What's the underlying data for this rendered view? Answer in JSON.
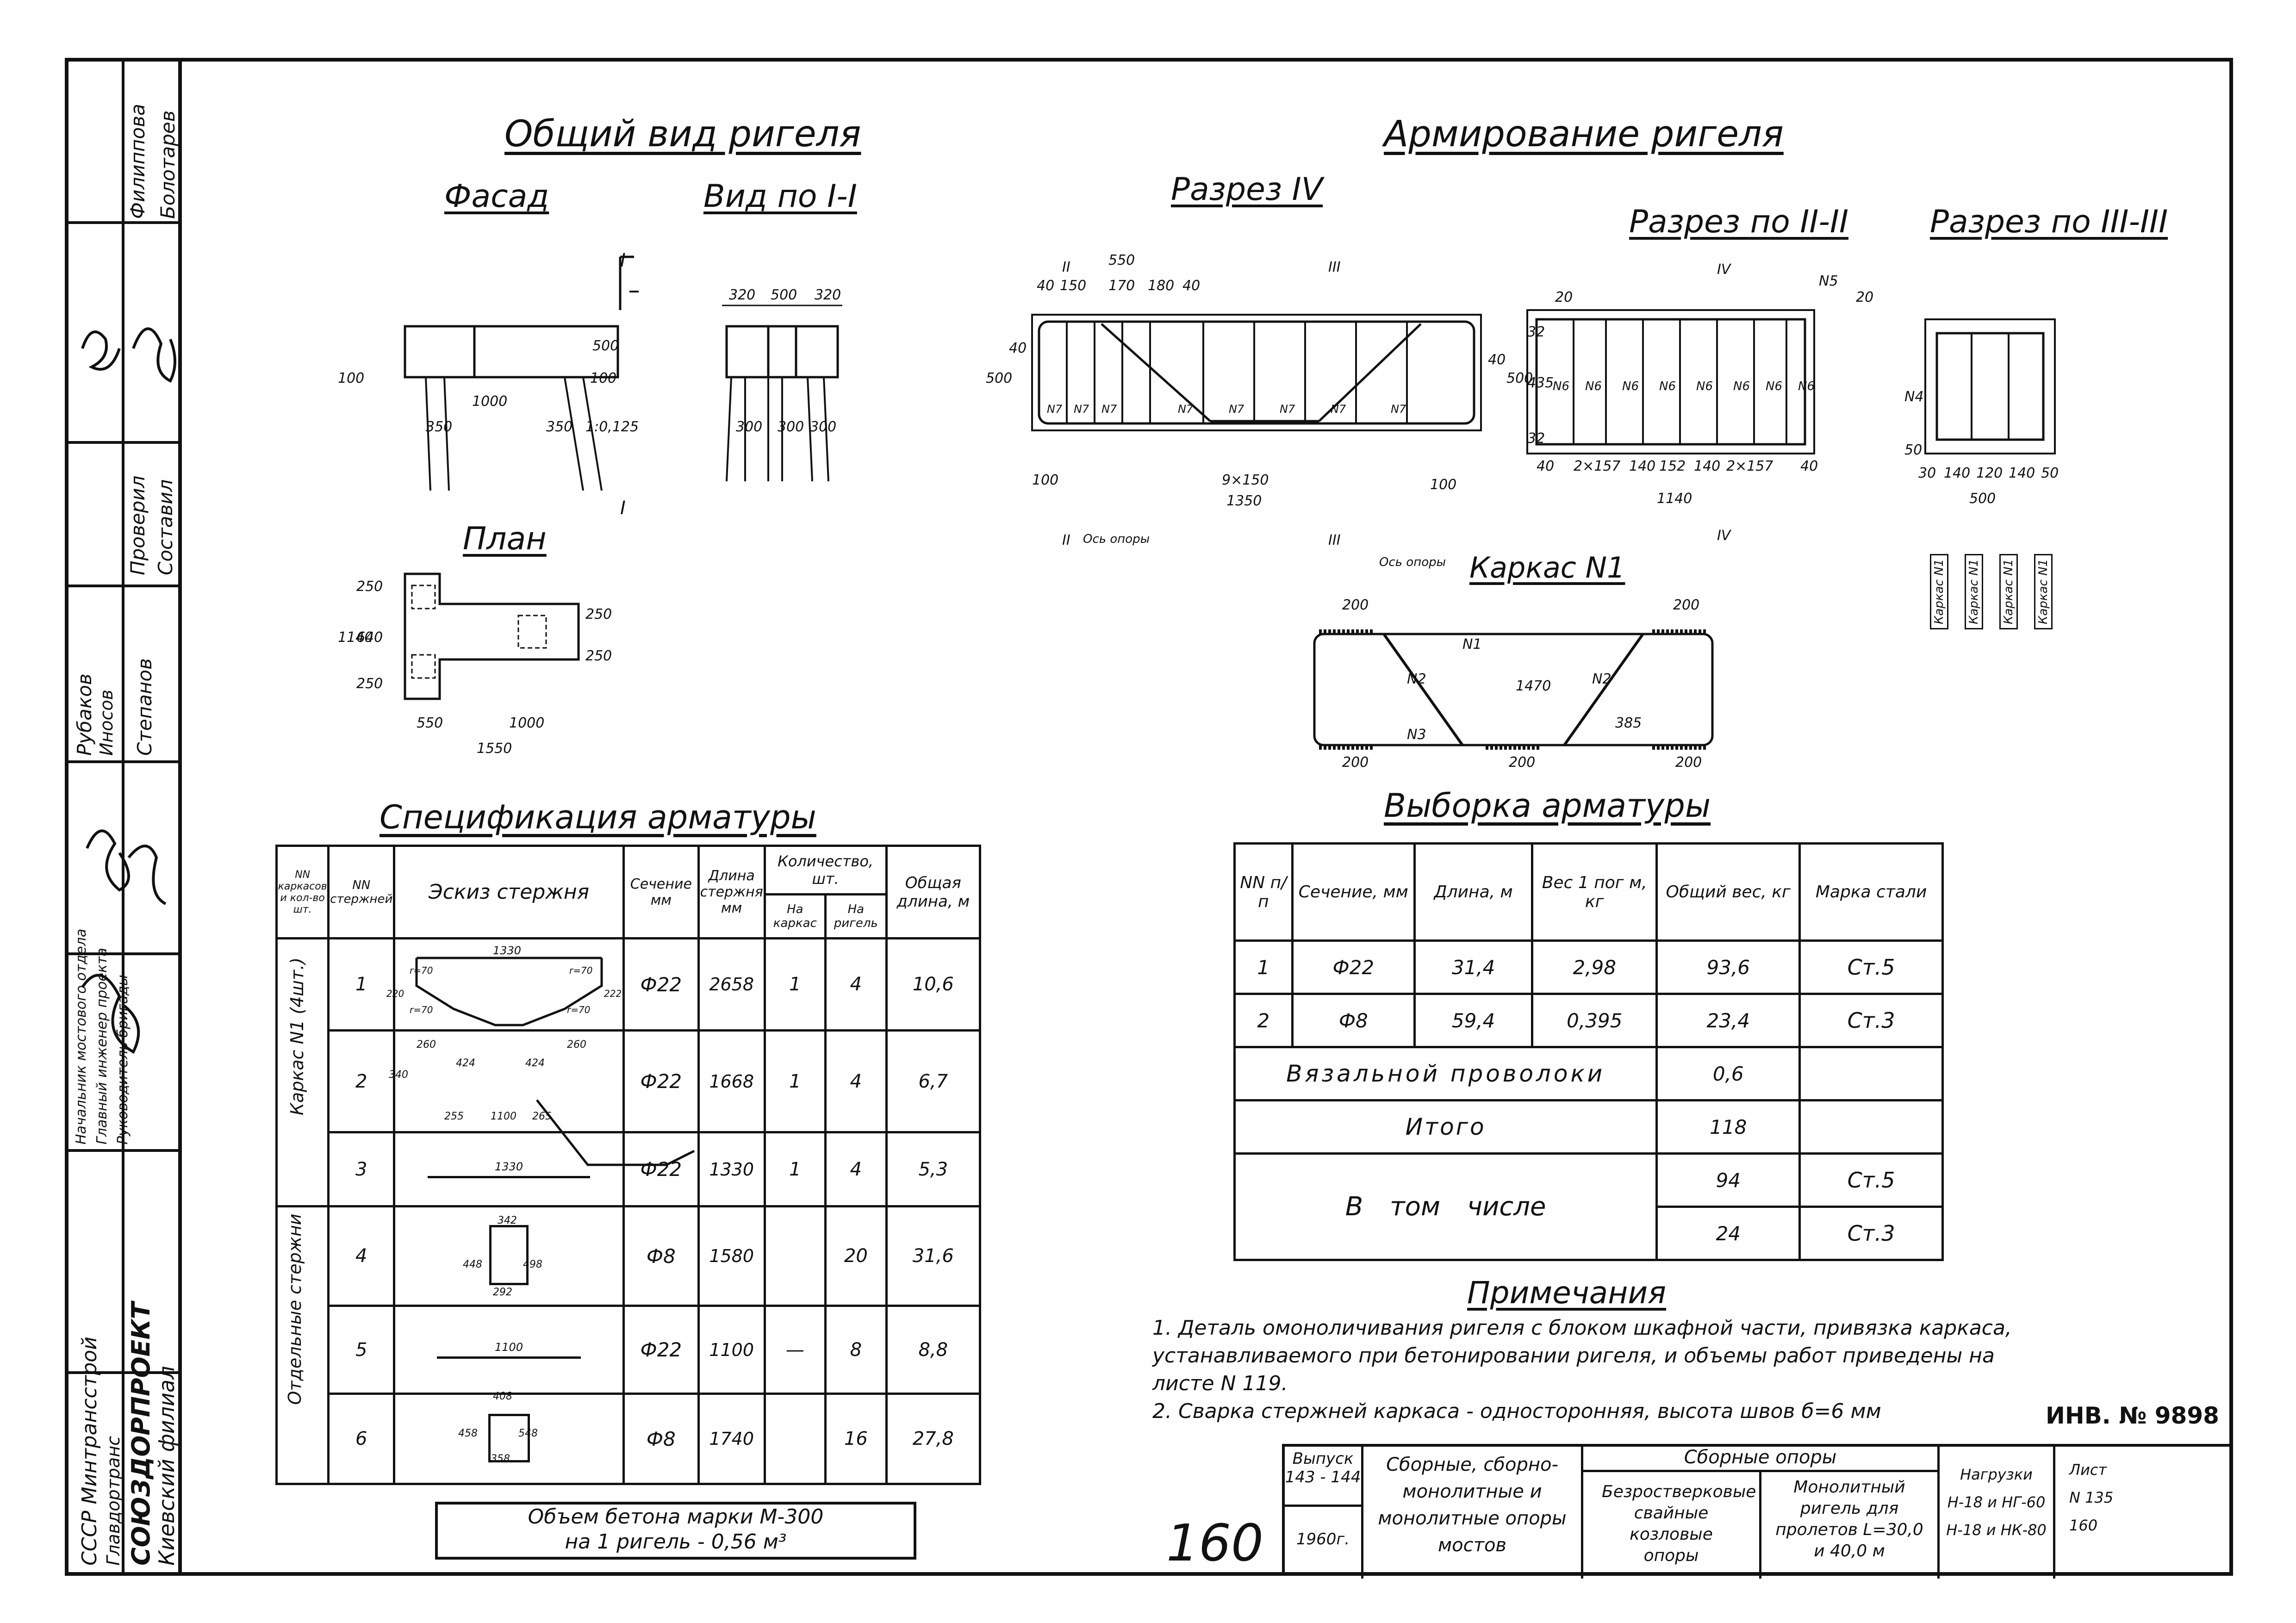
{
  "sidebar": {
    "org_lines": [
      "СССР Минтрансстрой",
      "Главдортранс",
      "СОЮЗДОРПРОЕКТ",
      "Киевский филиал"
    ],
    "roles": [
      "Начальник мостового отдела",
      "Главный инженер проекта",
      "Руководитель бригады"
    ],
    "people": [
      "Филиппова",
      "Болотарев",
      "Проверил",
      "Составил",
      "Рубаков",
      "Иносов",
      "Степанов"
    ]
  },
  "general_view": {
    "title": "Общий вид ригеля",
    "facade": {
      "title": "Фасад",
      "dims": [
        "100",
        "1000",
        "100",
        "500",
        "350",
        "350",
        "1:0,125"
      ]
    },
    "view_i": {
      "title": "Вид по I-I",
      "dims": [
        "320",
        "500",
        "320",
        "300",
        "300",
        "300"
      ]
    },
    "plan": {
      "title": "План",
      "dims": [
        "550",
        "1000",
        "1550",
        "250",
        "640",
        "250",
        "1140",
        "250",
        "250"
      ]
    },
    "cut_marks": [
      "I",
      "I"
    ]
  },
  "reinforcement": {
    "title": "Армирование ригеля",
    "section_iv": {
      "title": "Разрез IV",
      "marks": [
        "II",
        "III",
        "II",
        "III"
      ],
      "top_dims": [
        "550",
        "40",
        "150",
        "170",
        "180",
        "40"
      ],
      "side_dims": [
        "40",
        "500",
        "40",
        "500",
        "435",
        "32",
        "32"
      ],
      "bottom_dims": [
        "100",
        "9×150",
        "1350",
        "100"
      ],
      "bar_labels": [
        "N7",
        "N7",
        "N7",
        "N7",
        "N7",
        "N7",
        "N7",
        "N7"
      ],
      "axis_labels": [
        "Ось опоры",
        "Ось опоры"
      ]
    },
    "section_ii": {
      "title": "Разрез по II-II",
      "marks": [
        "IV",
        "IV"
      ],
      "top_dims": [
        "20",
        "N5",
        "20"
      ],
      "bottom_dims": [
        "40",
        "2×157",
        "140",
        "152",
        "140",
        "2×157",
        "40"
      ],
      "total": "1140",
      "bar_labels": [
        "N6",
        "N6",
        "N6",
        "N6",
        "N6",
        "N6",
        "N6",
        "N6"
      ]
    },
    "section_iii": {
      "title": "Разрез по III-III",
      "dims": [
        "N4",
        "50",
        "30",
        "140",
        "120",
        "140",
        "50",
        "500"
      ],
      "cage_labels": [
        "Каркас N1",
        "Каркас N1",
        "Каркас N1",
        "Каркас N1"
      ]
    },
    "cage": {
      "title": "Каркас N1",
      "dims": [
        "200",
        "200",
        "200",
        "200",
        "200",
        "1470",
        "385"
      ],
      "bar_labels": [
        "N1",
        "N2",
        "N2",
        "N3"
      ]
    }
  },
  "spec": {
    "title": "Спецификация арматуры",
    "headers": {
      "group": "NN каркасов и кол-во шт.",
      "num": "NN стержней",
      "sketch": "Эскиз стержня",
      "section": "Сечение мм",
      "length": "Длина стержня мм",
      "qty": "Количество, шт.",
      "qty_cage": "На каркас",
      "qty_beam": "На ригель",
      "total": "Общая длина, м"
    },
    "groups": [
      "Каркас N1 (4шт.)",
      "Отдельные стержни"
    ],
    "rows": [
      {
        "n": "1",
        "sec": "Ф22",
        "len": "2658",
        "qc": "1",
        "qb": "4",
        "tot": "10,6"
      },
      {
        "n": "2",
        "sec": "Ф22",
        "len": "1668",
        "qc": "1",
        "qb": "4",
        "tot": "6,7"
      },
      {
        "n": "3",
        "sec": "Ф22",
        "len": "1330",
        "qc": "1",
        "qb": "4",
        "tot": "5,3"
      },
      {
        "n": "4",
        "sec": "Ф8",
        "len": "1580",
        "qc": "",
        "qb": "20",
        "tot": "31,6"
      },
      {
        "n": "5",
        "sec": "Ф22",
        "len": "1100",
        "qc": "—",
        "qb": "8",
        "tot": "8,8"
      },
      {
        "n": "6",
        "sec": "Ф8",
        "len": "1740",
        "qc": "",
        "qb": "16",
        "tot": "27,8"
      }
    ],
    "sketch_dims": {
      "r1": [
        "1330",
        "r=70",
        "r=70",
        "220",
        "222",
        "r=70",
        "r=70",
        "260",
        "260",
        "424",
        "424"
      ],
      "r2": [
        "340",
        "255",
        "1100",
        "265"
      ],
      "r3": "1330",
      "r4": [
        "342",
        "448",
        "498",
        "292"
      ],
      "r5": "1100",
      "r6": [
        "408",
        "458",
        "548",
        "358"
      ]
    }
  },
  "concrete_box": {
    "line1": "Объем бетона марки М-300",
    "line2": "на 1 ригель - 0,56 м³"
  },
  "selection": {
    "title": "Выборка арматуры",
    "headers": [
      "NN п/п",
      "Сечение, мм",
      "Длина, м",
      "Вес 1 пог м, кг",
      "Общий вес, кг",
      "Марка стали"
    ],
    "rows": [
      {
        "n": "1",
        "sec": "Ф22",
        "len": "31,4",
        "w": "2,98",
        "tot": "93,6",
        "mark": "Ст.5"
      },
      {
        "n": "2",
        "sec": "Ф8",
        "len": "59,4",
        "w": "0,395",
        "tot": "23,4",
        "mark": "Ст.3"
      }
    ],
    "wire_label": "Вязальной проволоки",
    "wire_val": "0,6",
    "total_label": "Итого",
    "total_val": "118",
    "incl_label": "В том числе",
    "incl_rows": [
      {
        "val": "94",
        "mark": "Ст.5"
      },
      {
        "val": "24",
        "mark": "Ст.3"
      }
    ]
  },
  "notes": {
    "title": "Примечания",
    "items": [
      "1. Деталь омоноличивания ригеля с блоком шкафной части, привязка каркаса, устанавливаемого при бетонировании ригеля, и объемы работ приведены на листе N 119.",
      "2. Сварка стержней каркаса - односторонняя, высота швов б=6 мм"
    ]
  },
  "inv": "ИНВ. № 9898",
  "page_number": "160",
  "stamp": {
    "issue_label": "Выпуск",
    "issue": "143 - 144",
    "year": "1960г.",
    "series": "Сборные, сборно-монолитные и монолитные опоры мостов",
    "category": "Сборные опоры",
    "type": "Безростверковые свайные козловые опоры",
    "item": "Монолитный ригель для пролетов L=30,0 и 40,0 м",
    "loads_label": "Нагрузки",
    "load1": "Н-18 и НГ-60",
    "load2": "Н-18 и НК-80",
    "sheet_label": "Лист",
    "sheet": "N 135",
    "sheet2": "160"
  }
}
